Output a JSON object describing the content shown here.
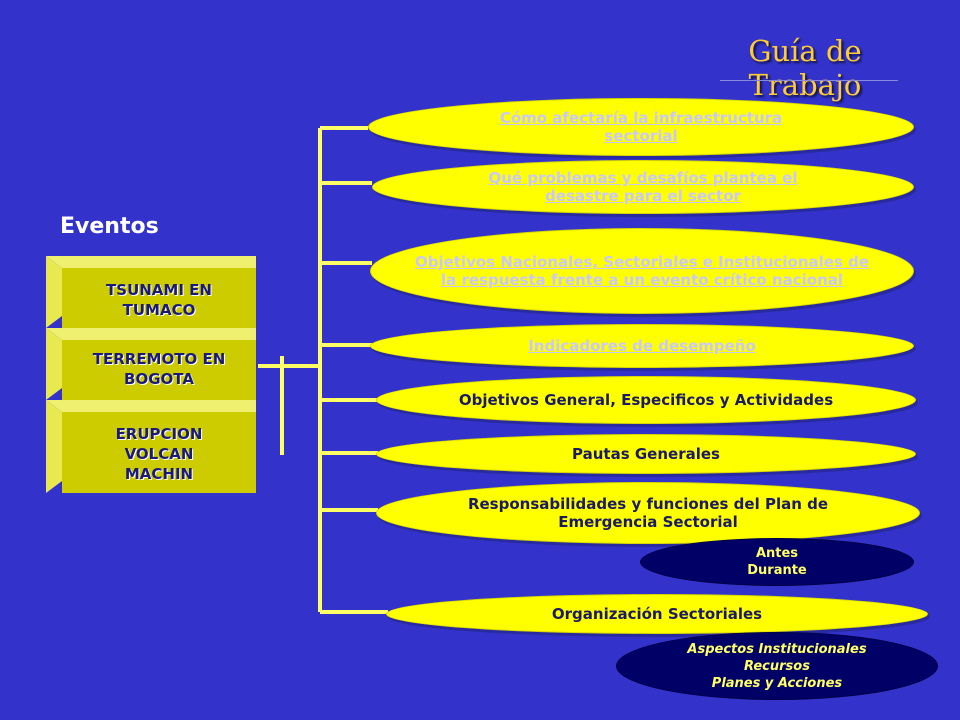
{
  "slide": {
    "title": "Guía de Trabajo",
    "eventos_label": "Eventos",
    "events": [
      {
        "label": "TSUNAMI EN\nTUMACO"
      },
      {
        "label": "TERREMOTO EN\nBOGOTA"
      },
      {
        "label": "ERUPCION\nVOLCAN\nMACHIN"
      }
    ],
    "topics": [
      {
        "label": "Cómo afectaría la infraestructura sectorial",
        "style": "link"
      },
      {
        "label": "Qué problemas y desafíos plantea el desastre para el sector",
        "style": "link"
      },
      {
        "label": "Objetivos Nacionales, Sectoriales e Institucionales de la respuesta frente a un evento crítico nacional",
        "style": "link"
      },
      {
        "label": "Indicadores de desempeño",
        "style": "link"
      },
      {
        "label": "Objetivos General, Especificos y Actividades",
        "style": "plain"
      },
      {
        "label": "Pautas Generales",
        "style": "plain"
      },
      {
        "label": "Responsabilidades y funciones del Plan de Emergencia Sectorial",
        "style": "plain"
      },
      {
        "label": "Organización Sectoriales",
        "style": "plain"
      }
    ],
    "sub_notes": {
      "responsabilidades": "Antes\nDurante",
      "organizacion": "Aspectos Institucionales\nRecursos\nPlanes y Acciones"
    },
    "colors": {
      "background": "#3333cc",
      "ellipse": "#ffff00",
      "event_box": "#cccc00",
      "connector": "#ffff66",
      "dark_ellipse": "#000066"
    }
  }
}
